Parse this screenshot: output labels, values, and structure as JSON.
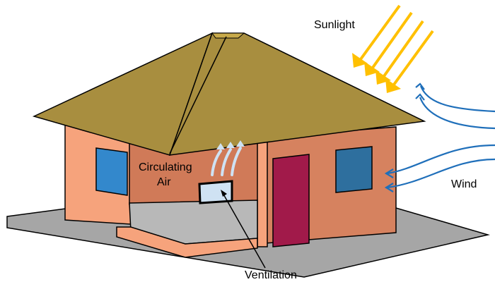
{
  "labels": {
    "sunlight": "Sunlight",
    "circulating_line1": "Circulating",
    "circulating_line2": "Air",
    "wind": "Wind",
    "ventilation": "Ventilation"
  },
  "colors": {
    "roof": "#a88e3f",
    "wall_outer": "#f6a37c",
    "wall_side": "#d6825f",
    "interior_wall": "#d07a58",
    "floor": "#b8b8b8",
    "ground": "#a6a6a6",
    "window_left": "#3388cc",
    "window_right": "#2e6f9e",
    "door": "#a11a4a",
    "vent": "#cfe2f3",
    "sun_arrow": "#ffc000",
    "wind_arrow": "#1f6fba",
    "air_arrow": "#cfe2f3"
  }
}
